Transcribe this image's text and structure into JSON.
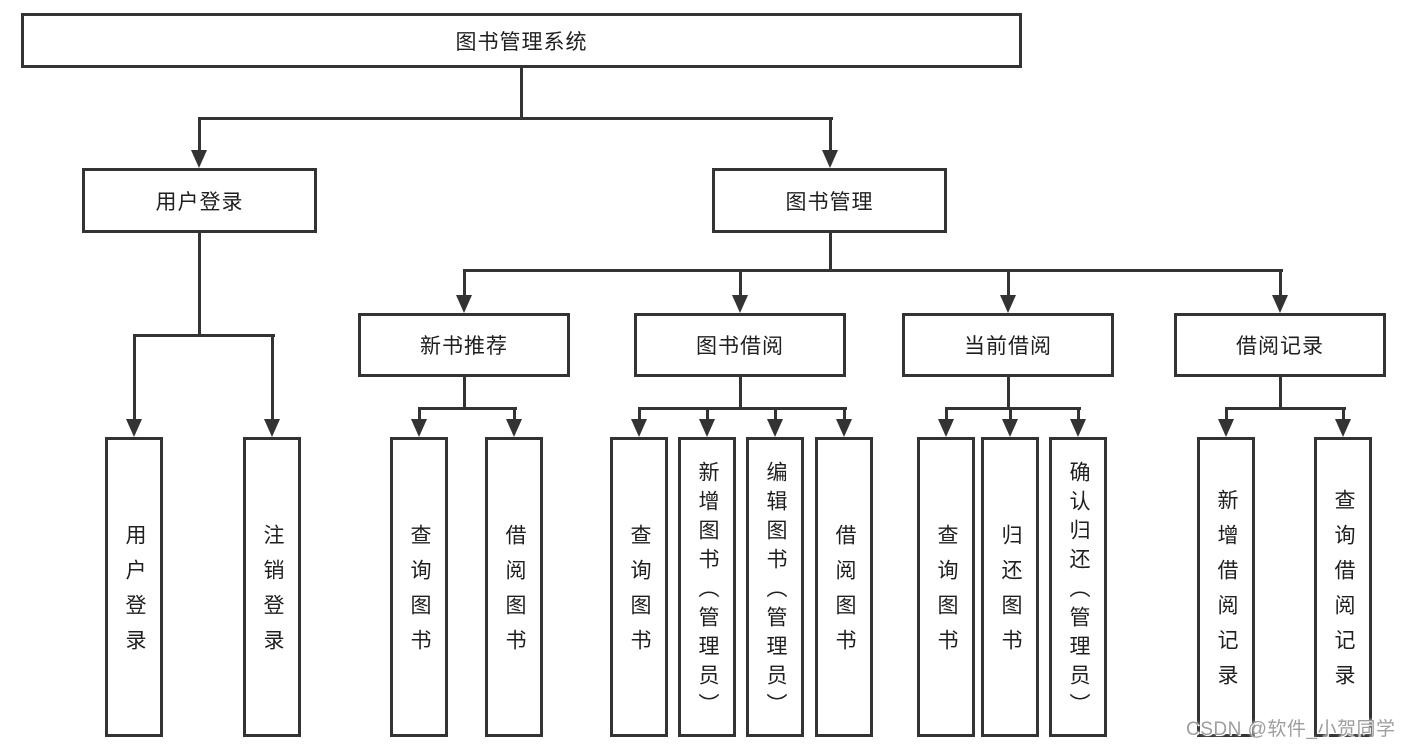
{
  "diagram_title": "图书管理系统",
  "nodes": {
    "root": "图书管理系统",
    "user_login": "用户登录",
    "book_mgmt": "图书管理",
    "new_books": "新书推荐",
    "book_borrow": "图书借阅",
    "current_borrow": "当前借阅",
    "borrow_records": "借阅记录",
    "leaf_user_login": "用户登录",
    "leaf_logout": "注销登录",
    "leaf_nb_query": "查询图书",
    "leaf_nb_borrow": "借阅图书",
    "leaf_bb_query": "查询图书",
    "leaf_bb_add": "新增图书（管理员）",
    "leaf_bb_edit": "编辑图书（管理员）",
    "leaf_bb_borrow": "借阅图书",
    "leaf_cb_query": "查询图书",
    "leaf_cb_return": "归还图书",
    "leaf_cb_confirm": "确认归还（管理员）",
    "leaf_rec_add": "新增借阅记录",
    "leaf_rec_query": "查询借阅记录"
  },
  "hierarchy": {
    "root": "图书管理系统",
    "children": [
      {
        "label": "用户登录",
        "children": [
          "用户登录",
          "注销登录"
        ]
      },
      {
        "label": "图书管理",
        "children": [
          {
            "label": "新书推荐",
            "children": [
              "查询图书",
              "借阅图书"
            ]
          },
          {
            "label": "图书借阅",
            "children": [
              "查询图书",
              "新增图书（管理员）",
              "编辑图书（管理员）",
              "借阅图书"
            ]
          },
          {
            "label": "当前借阅",
            "children": [
              "查询图书",
              "归还图书",
              "确认归还（管理员）"
            ]
          },
          {
            "label": "借阅记录",
            "children": [
              "新增借阅记录",
              "查询借阅记录"
            ]
          }
        ]
      }
    ]
  },
  "watermark": "CSDN @软件_小贺同学",
  "colors": {
    "line": "#333333",
    "text": "#1f1f1f",
    "watermark": "#9e9e9e"
  }
}
